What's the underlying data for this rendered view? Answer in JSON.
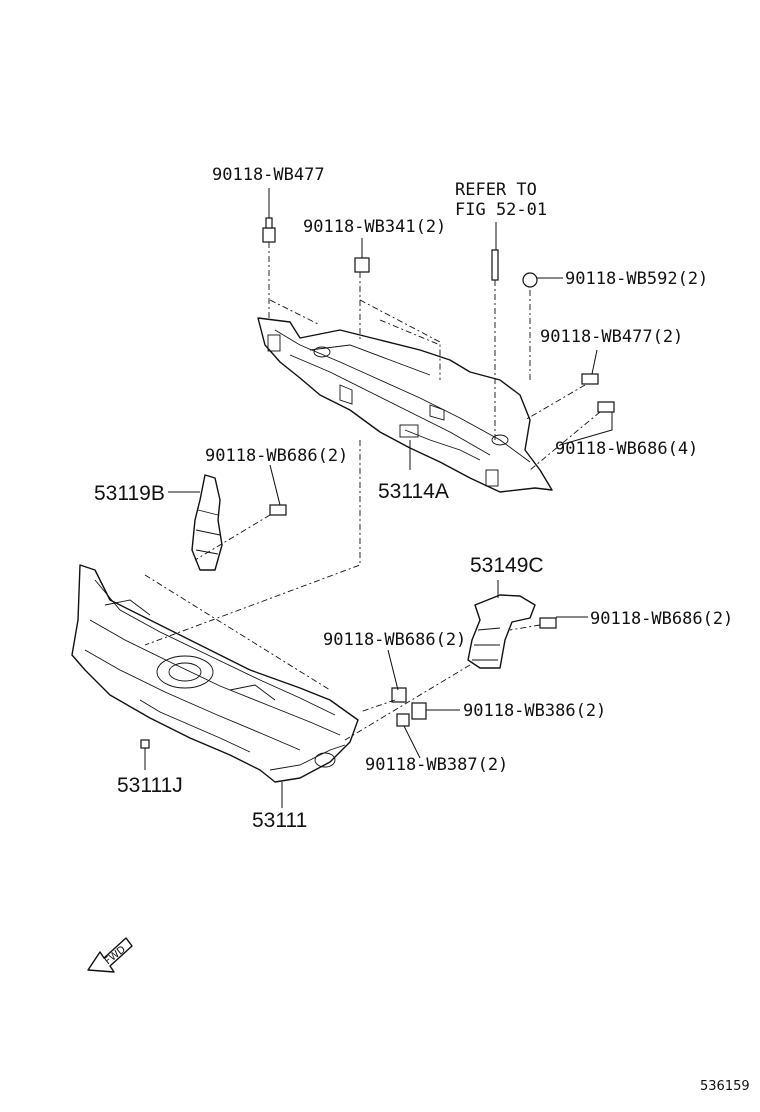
{
  "labels": {
    "clip_top_left": "90118-WB477",
    "clip_wb341": "90118-WB341(2)",
    "refer_line1": "REFER TO",
    "refer_line2": "FIG 52-01",
    "clip_wb592": "90118-WB592(2)",
    "clip_wb477_2": "90118-WB477(2)",
    "clip_wb686_4": "90118-WB686(4)",
    "clip_wb686_2_left": "90118-WB686(2)",
    "part_53119B": "53119B",
    "part_53114A": "53114A",
    "part_53149C": "53149C",
    "clip_wb686_2_right": "90118-WB686(2)",
    "clip_wb686_2_mid": "90118-WB686(2)",
    "clip_wb386": "90118-WB386(2)",
    "clip_wb387": "90118-WB387(2)",
    "part_53111J": "53111J",
    "part_53111": "53111",
    "fwd": "FWD",
    "figure_number": "536159"
  }
}
